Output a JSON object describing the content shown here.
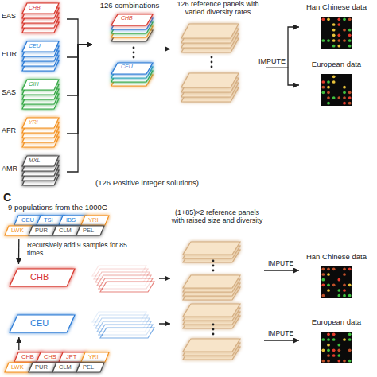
{
  "diagram": {
    "nodes": [
      {
        "text": [
          "EAS",
          "CHB"
        ]
      },
      {
        "text": [
          "EUR",
          "CEU"
        ]
      },
      {
        "text": [
          "SAS",
          "GIH"
        ]
      },
      {
        "text": [
          "AFR",
          "YRI"
        ]
      },
      {
        "text": [
          "AMR",
          "MXL"
        ]
      },
      {
        "text": [
          "126 combinations",
          "CHB",
          "CEU"
        ]
      },
      {
        "text": [
          "126 reference panels with varied diversity rates"
        ]
      },
      {
        "text": [
          "Han Chinese data"
        ]
      },
      {
        "text": [
          "European data"
        ]
      },
      {
        "text": [
          "CEU",
          "TSI",
          "IBS",
          "YRI",
          "LWK",
          "PUR",
          "CLM",
          "PEL"
        ]
      },
      {
        "text": [
          "CHB"
        ]
      },
      {
        "text": [
          "(1+85)×2 reference panels with raised size and diversity"
        ]
      },
      {
        "text": [
          "Han Chinese data"
        ]
      },
      {
        "text": [
          "CEU"
        ]
      },
      {
        "text": [
          "European data"
        ]
      },
      {
        "text": [
          "CHB",
          "CHS",
          "JPT",
          "YRI",
          "LWK",
          "PUR",
          "CLM",
          "PEL"
        ]
      }
    ],
    "edges": [
      {
        "from": 0,
        "to": 5,
        "arrow": "to"
      },
      {
        "from": 1,
        "to": 5,
        "arrow": "to"
      },
      {
        "from": 2,
        "to": 5,
        "arrow": "to"
      },
      {
        "from": 3,
        "to": 5,
        "arrow": "to"
      },
      {
        "from": 4,
        "to": 5,
        "arrow": "to"
      },
      {
        "from": 5,
        "to": 6,
        "arrow": "to"
      },
      {
        "from": 6,
        "to": 7,
        "label": "IMPUTE",
        "arrow": "to"
      },
      {
        "from": 6,
        "to": 8,
        "arrow": "to"
      },
      {
        "from": 9,
        "to": 10,
        "label": "Recursively add 9 samples for 85 times",
        "arrow": "to"
      },
      {
        "from": 10,
        "to": 11,
        "arrow": "to"
      },
      {
        "from": 15,
        "to": 13,
        "arrow": "to"
      },
      {
        "from": 13,
        "to": 11,
        "arrow": "to"
      },
      {
        "from": 11,
        "to": 12,
        "label": "IMPUTE",
        "arrow": "to"
      },
      {
        "from": 11,
        "to": 14,
        "label": "IMPUTE",
        "arrow": "to"
      }
    ],
    "labels": [
      "(126 Positive integer solutions)",
      "C",
      "9 populations from the 1000G"
    ]
  }
}
